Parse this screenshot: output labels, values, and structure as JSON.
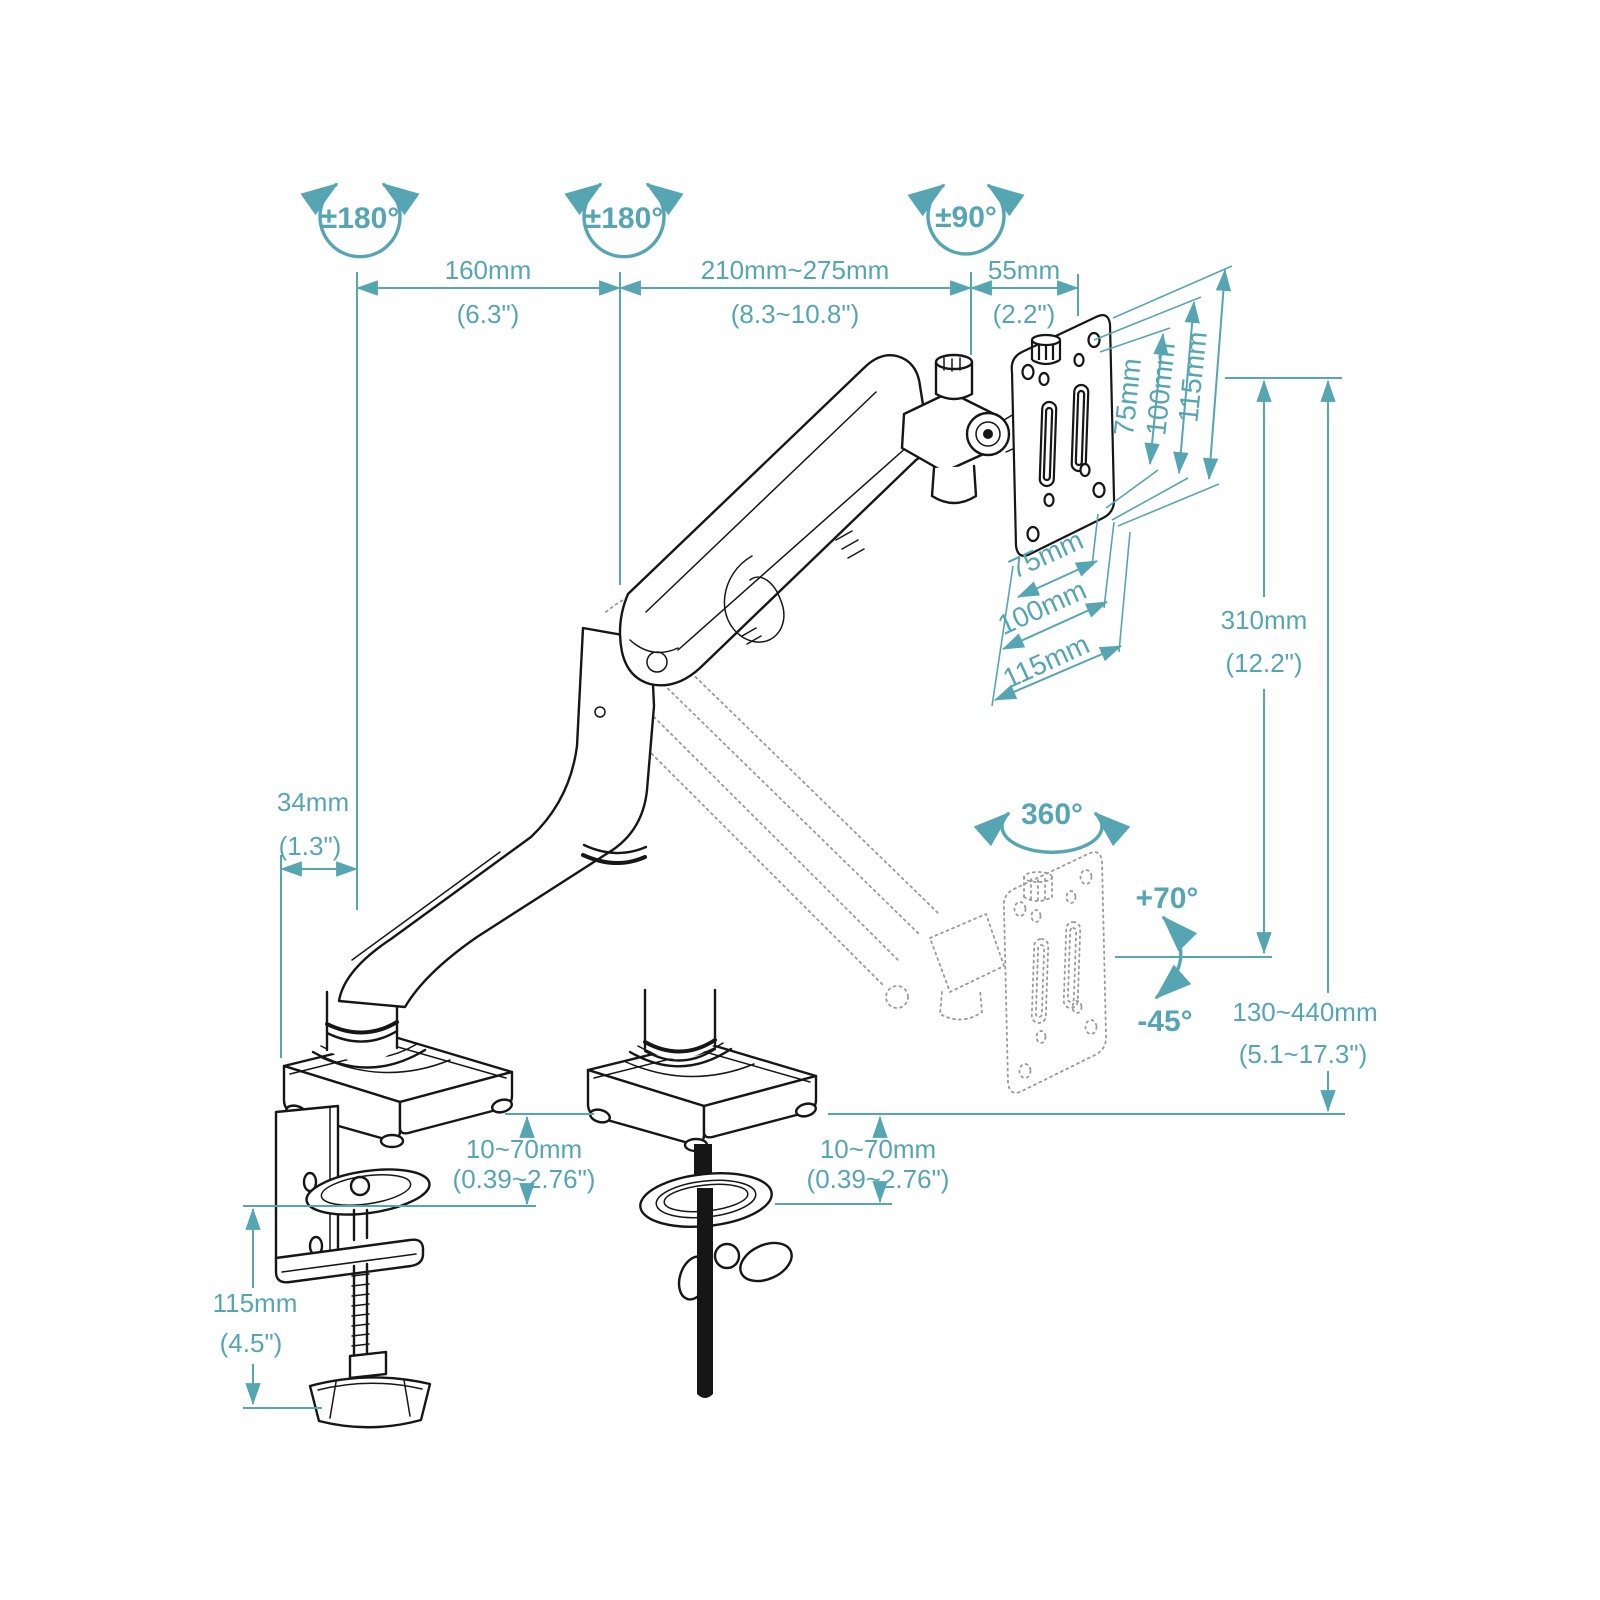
{
  "colors": {
    "dimension": "#55a6b2",
    "outline": "#161616",
    "ghost": "#9a9a9a"
  },
  "annotations": {
    "rotations": {
      "base_swivel": "±180°",
      "elbow_swivel": "±180°",
      "head_swivel": "±90°",
      "vesa_rotation": "360°",
      "tilt_up": "+70°",
      "tilt_down": "-45°"
    },
    "dimensions": {
      "rear_arm": {
        "mm": "160mm",
        "inch": "(6.3\")"
      },
      "front_arm": {
        "mm": "210mm~275mm",
        "inch": "(8.3~10.8\")"
      },
      "head_offset": {
        "mm": "55mm",
        "inch": "(2.2\")"
      },
      "vesa_vertical": [
        "75mm",
        "100mm",
        "115mm"
      ],
      "vesa_horizontal": [
        "75mm",
        "100mm",
        "115mm"
      ],
      "height_above_pivot": {
        "mm": "310mm",
        "inch": "(12.2\")"
      },
      "height_range": {
        "mm": "130~440mm",
        "inch": "(5.1~17.3\")"
      },
      "pole_offset": {
        "mm": "34mm",
        "inch": "(1.3\")"
      },
      "desk_thickness_clamp": {
        "mm": "10~70mm",
        "inch": "(0.39~2.76\")"
      },
      "desk_thickness_grommet": {
        "mm": "10~70mm",
        "inch": "(0.39~2.76\")"
      },
      "clamp_height": {
        "mm": "115mm",
        "inch": "(4.5\")"
      }
    }
  }
}
